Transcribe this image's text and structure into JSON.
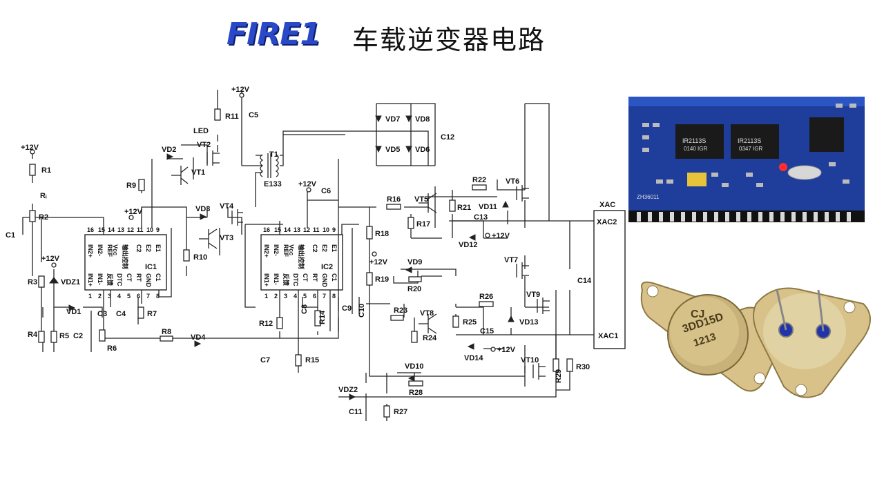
{
  "header": {
    "logo": "FIRE1",
    "title": "车载逆变器电路"
  },
  "schematic": {
    "ic1": {
      "label": "IC1",
      "func": "输出控制",
      "pins_top": [
        "IN2+",
        "IN2-",
        "REF",
        "Vcc",
        "C2",
        "E2",
        "E1"
      ],
      "pins_bottom": [
        "IN1+",
        "IN1-",
        "反馈",
        "DTC",
        "CT",
        "RT",
        "GND",
        "C1"
      ],
      "numbers_top": [
        "16",
        "15",
        "14",
        "13",
        "12",
        "11",
        "10",
        "9"
      ],
      "numbers_bottom": [
        "1",
        "2",
        "3",
        "4",
        "5",
        "6",
        "7",
        "8"
      ]
    },
    "ic2": {
      "label": "IC2",
      "func": "输出控制",
      "pins_top": [
        "IN2+",
        "IN2-",
        "REF",
        "Vcc",
        "C2",
        "E2",
        "E1"
      ],
      "pins_bottom": [
        "IN1+",
        "IN1-",
        "反馈",
        "DTC",
        "CT",
        "RT",
        "GND",
        "C1"
      ],
      "numbers_top": [
        "16",
        "15",
        "14",
        "13",
        "12",
        "11",
        "10",
        "9"
      ],
      "numbers_bottom": [
        "1",
        "2",
        "3",
        "4",
        "5",
        "6",
        "7",
        "8"
      ]
    },
    "supply": "+12V",
    "resistors": [
      "R1",
      "R2",
      "R3",
      "R4",
      "R5",
      "R6",
      "R7",
      "R8",
      "R9",
      "R10",
      "R11",
      "R12",
      "R14",
      "R15",
      "R16",
      "R17",
      "R18",
      "R19",
      "R20",
      "R21",
      "R22",
      "R23",
      "R24",
      "R25",
      "R26",
      "R27",
      "R28",
      "R29",
      "R30"
    ],
    "capacitors": [
      "C1",
      "C2",
      "C3",
      "C4",
      "C5",
      "C6",
      "C7",
      "C8",
      "C9",
      "C10",
      "C11",
      "C12",
      "C13",
      "C14",
      "C15"
    ],
    "diodes": [
      "VD1",
      "VD2",
      "VD3",
      "VD4",
      "VD5",
      "VD6",
      "VD7",
      "VD8",
      "VD9",
      "VD10",
      "VD11",
      "VD12",
      "VD13",
      "VD14",
      "VDZ1",
      "VDZ2"
    ],
    "transistors": [
      "VT1",
      "VT2",
      "VT3",
      "VT4",
      "VT5",
      "VT6",
      "VT7",
      "VT8",
      "VT9",
      "VT10"
    ],
    "transformer": "T1",
    "transformer_core": "E133",
    "led": "LED",
    "pot": "Rᵢ",
    "xac": {
      "title": "XAC",
      "out2": "XAC2",
      "out1": "XAC1"
    }
  },
  "photos": {
    "pcb": {
      "chip1": "IR2113S",
      "chip1_sub": "0140 IGR",
      "chip2": "IR2113S",
      "chip2_sub": "0347 IGR",
      "code": "ZH36011"
    },
    "transistor": {
      "brand": "CJ",
      "model": "3DD15D",
      "code": "1213"
    }
  },
  "colors": {
    "logo": "#2a49c8",
    "pcb": "#1f3d9a",
    "metal": "#c9b27a"
  }
}
